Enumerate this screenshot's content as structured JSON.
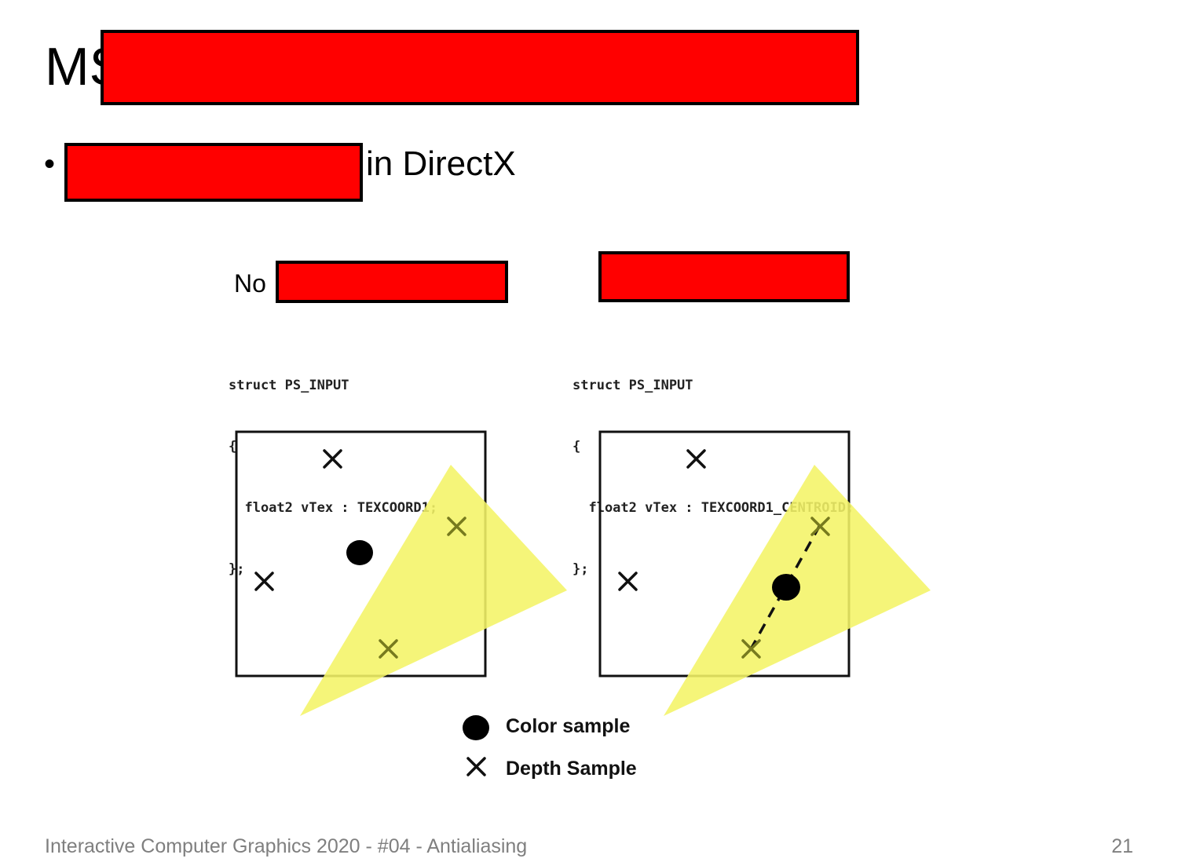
{
  "title": {
    "text": "MS"
  },
  "bullet": {
    "dot": "•",
    "text": "in DirectX"
  },
  "diagrams": {
    "left": {
      "label": "No ",
      "code": [
        "struct PS_INPUT",
        "{",
        "  float2 vTex : TEXCOORD1;",
        "};"
      ]
    },
    "right": {
      "code": [
        "struct PS_INPUT",
        "{",
        "  float2 vTex : TEXCOORD1_CENTROID;",
        "};"
      ]
    }
  },
  "legend": {
    "color_sample": "Color sample",
    "depth_sample": "Depth Sample"
  },
  "colors": {
    "triangle": "#f4f466",
    "redaction": "#ff0000",
    "footer_text": "#7f7f7f"
  },
  "footer": {
    "text": "Interactive Computer Graphics 2020 - #04 - Antialiasing",
    "page_number": "21"
  }
}
